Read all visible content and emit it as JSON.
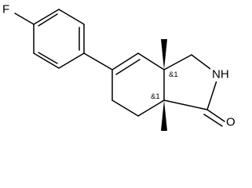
{
  "molecule": {
    "atoms": {
      "F": "F",
      "NH": "NH",
      "O": "O"
    },
    "stereo_descriptors": {
      "c3a": "&1",
      "c7a": "&1"
    },
    "colors": {
      "bond": "#000000",
      "background": "#ffffff"
    }
  }
}
